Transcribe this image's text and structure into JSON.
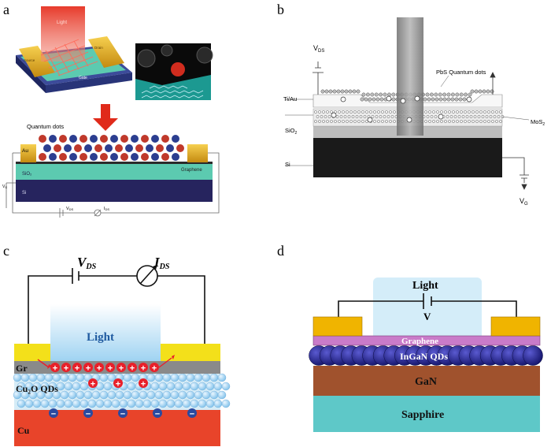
{
  "panels": {
    "a": {
      "letter": "a",
      "device_labels": {
        "light_top": "Light",
        "light_bottom": "Light",
        "gate": "Gate",
        "source": "Source",
        "drain": "Drain"
      },
      "cross_section": {
        "qd_label": "Quantum dots",
        "au": "Au",
        "sio2": "SiO₂",
        "si": "Si",
        "graphene": "Graphene",
        "vds": "V",
        "vds_sub": "DS",
        "ids": "I",
        "ids_sub": "DS",
        "vg_sub": "G"
      },
      "colors": {
        "sio2": "#5ccab0",
        "si": "#26245e",
        "au": "#e8b830",
        "light": "#e63020",
        "qd_red": "#c0392b",
        "qd_blue": "#2c3e90"
      }
    },
    "b": {
      "letter": "b",
      "vds": "V",
      "vds_sub": "DS",
      "vg": "V",
      "vg_sub": "G",
      "pbs": "PbS Quantum dots",
      "tiau": "Ti/Au",
      "mos2": "MoS",
      "mos2_sub": "2",
      "sio2": "SiO",
      "sio2_sub": "2",
      "si": "Si",
      "colors": {
        "si": "#1a1a1a",
        "sio2": "#bdbdbd",
        "beam": "#8a8a8a"
      }
    },
    "c": {
      "letter": "c",
      "vds": "V",
      "vds_sub": "DS",
      "ids": "I",
      "ids_sub": "DS",
      "light": "Light",
      "gr": "Gr",
      "cu2o": "Cu₂O QDs",
      "cu": "Cu",
      "plus": "+",
      "minus": "−",
      "colors": {
        "cu": "#e8442a",
        "gr": "#8a8a8a",
        "electrode": "#f3e01a",
        "light": "#c9e8f8",
        "qd": "#a8d8f4",
        "hole": "#e8202a",
        "electron": "#2a4aa0"
      }
    },
    "d": {
      "letter": "d",
      "light": "Light",
      "v": "V",
      "graphene": "Graphene",
      "ingan": "InGaN QDs",
      "gan": "GaN",
      "sapphire": "Sapphire",
      "colors": {
        "gan": "#a0522d",
        "sapphire": "#5ec8c8",
        "graphene": "#c97bc9",
        "qd": "#22228a",
        "electrode": "#f0b400",
        "light": "#c9e8f8"
      }
    }
  }
}
